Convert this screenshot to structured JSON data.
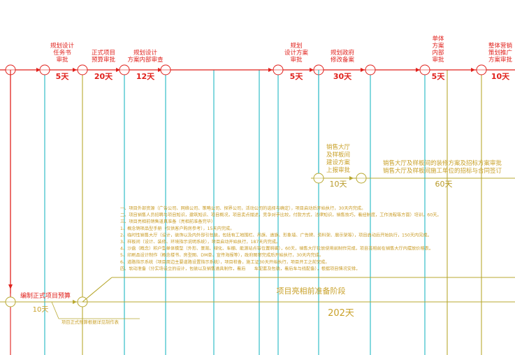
{
  "top_steps": [
    {
      "label": "规划设计\n任务书\n审批",
      "duration": "5天"
    },
    {
      "label": "正式项目\n预算审批",
      "duration": "20天"
    },
    {
      "label": "规划设计\n方案内部审查",
      "duration": "12天"
    },
    {
      "label": "规划\n设计方案\n审批",
      "duration": "5天"
    },
    {
      "label": "规划政府\n修改备案",
      "duration": "30天"
    },
    {
      "label": "单体\n方案\n内部\n审批",
      "duration": "5天"
    },
    {
      "label": "整体营销\n策划推广\n方案审批",
      "duration": "10天"
    }
  ],
  "mid_steps": [
    {
      "label": "销售大厅\n及样板间\n建设方案\n上报审批",
      "duration": "10天"
    },
    {
      "label": "销售大厅及样板间的装修方案及招标方案审批\n销售大厅及样板间施工单位的招标与合同签订",
      "duration": "60天"
    }
  ],
  "notes": [
    "一、项目外部资源（广告公司、网络公司、策略公司、探界公司，活动公司的选择与确定），项目启动后开始执行，30天内完成。",
    "二、项目销售人员招聘与项目知识，建筑知识、项目概况，项目卖点描述，竞争对手比较，付款方式，法律知识，销售技巧，看经制度，工作流程等方面）培训，60天。",
    "三、项目亮相前销售道具准备（亮相前准备完毕）",
    "1、概念销项品型手册（仅供客户购房参考），15天内完成。",
    "2、临时性销售大厅（设计，装饰以及内外部引包装，包括有工地围栏、吊旗、道旗、形象墙、广告牌、资料架、展示架等），项目启动后开始执行，150天内完成。",
    "3、样板间（设计、装修、环境指示说明系统），项目启动开始执行，187天内完成。",
    "4、沙盘（概念）积户型单体模型（外形、景观、绿化、车棚、能源站点等位置明确），60天，销售大厅拉放使用前制作完成，项目亮相前在销售大厅内摆放价格表。",
    "5、印刷品设计制作（概念楼书、房型图、DM单、宣传海报等），政府图审完成后开始执行，30天内完成。",
    "6、道路指示系统（项目周边主要道路设置指示系统），项目桩备，施工证30天开始执行，项目开工之前完成。",
    "四、软动准备（分实场设立的设计，包装以及销售道具制作，看后　　车配套及包装，看后车与线配备），根据项目情况安排。"
  ],
  "budget": {
    "label": "编制正式项目预算",
    "duration": "10天",
    "note": "项目正式预算根据详见制作表"
  },
  "phase": {
    "label": "项目亮相前准备阶段",
    "duration": "202天"
  }
}
